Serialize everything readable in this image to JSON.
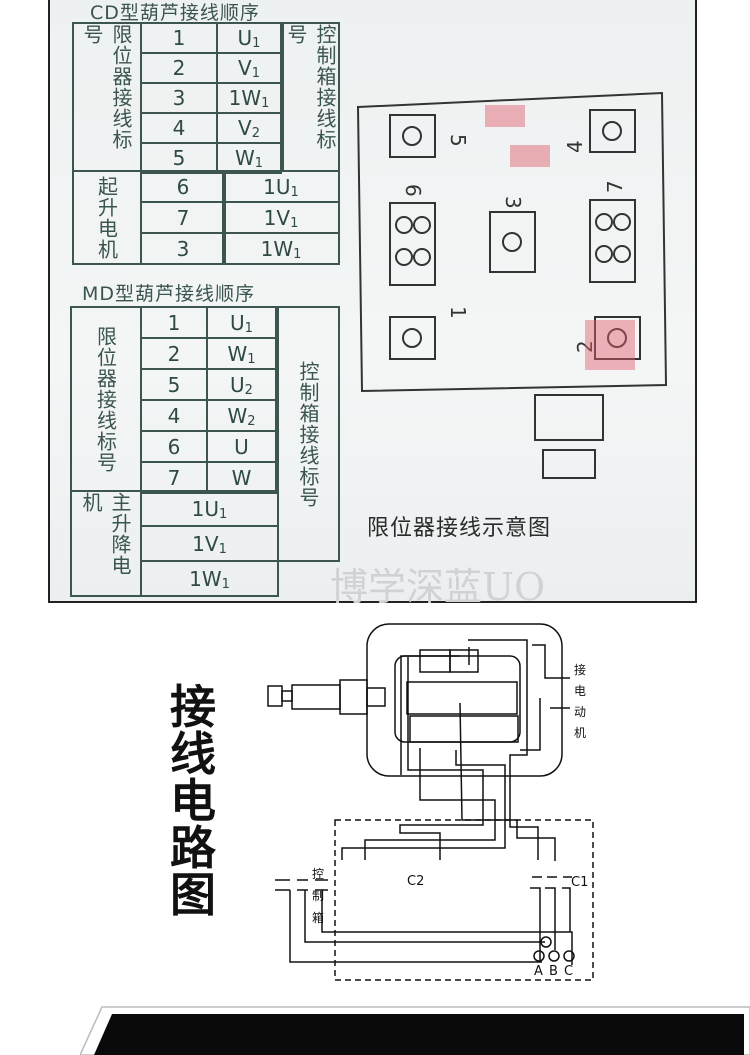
{
  "cd_table": {
    "title": "CD型葫芦接线顺序",
    "left_label": "限位器接线标号",
    "right_label": "控制箱接线标号",
    "rows": [
      {
        "num": "1",
        "code": "U",
        "sub": "1"
      },
      {
        "num": "2",
        "code": "V",
        "sub": "1"
      },
      {
        "num": "3",
        "code": "1W",
        "sub": "1"
      },
      {
        "num": "4",
        "code": "V",
        "sub": "2"
      },
      {
        "num": "5",
        "code": "W",
        "sub": "1"
      }
    ],
    "motor_label": "起升电机",
    "motor_rows": [
      {
        "num": "6",
        "code": "1U",
        "sub": "1"
      },
      {
        "num": "7",
        "code": "1V",
        "sub": "1"
      },
      {
        "num": "3",
        "code": "1W",
        "sub": "1"
      }
    ]
  },
  "md_table": {
    "title": "MD型葫芦接线顺序",
    "left_label": "限位器接线标号",
    "right_label": "控制箱接线标号",
    "rows": [
      {
        "num": "1",
        "code": "U",
        "sub": "1"
      },
      {
        "num": "2",
        "code": "W",
        "sub": "1"
      },
      {
        "num": "5",
        "code": "U",
        "sub": "2"
      },
      {
        "num": "4",
        "code": "W",
        "sub": "2"
      },
      {
        "num": "6",
        "code": "U",
        "sub": ""
      },
      {
        "num": "7",
        "code": "W",
        "sub": ""
      }
    ],
    "motor_label": "主升降电机",
    "motor_rows": [
      {
        "code": "1U",
        "sub": "1"
      },
      {
        "code": "1V",
        "sub": "1"
      },
      {
        "code": "1W",
        "sub": "1"
      }
    ]
  },
  "limit_switch_sketch": {
    "caption": "限位器接线示意图",
    "terminal_numbers": [
      "5",
      "4",
      "6",
      "3",
      "7",
      "1",
      "2"
    ]
  },
  "watermark": "博学深蓝UO",
  "wiring": {
    "heading": "接线电路图",
    "motor_label": "接电动机",
    "control_box_label": "控制箱",
    "contactors": [
      "C2",
      "C1"
    ],
    "phases": [
      "A",
      "B",
      "C"
    ]
  }
}
